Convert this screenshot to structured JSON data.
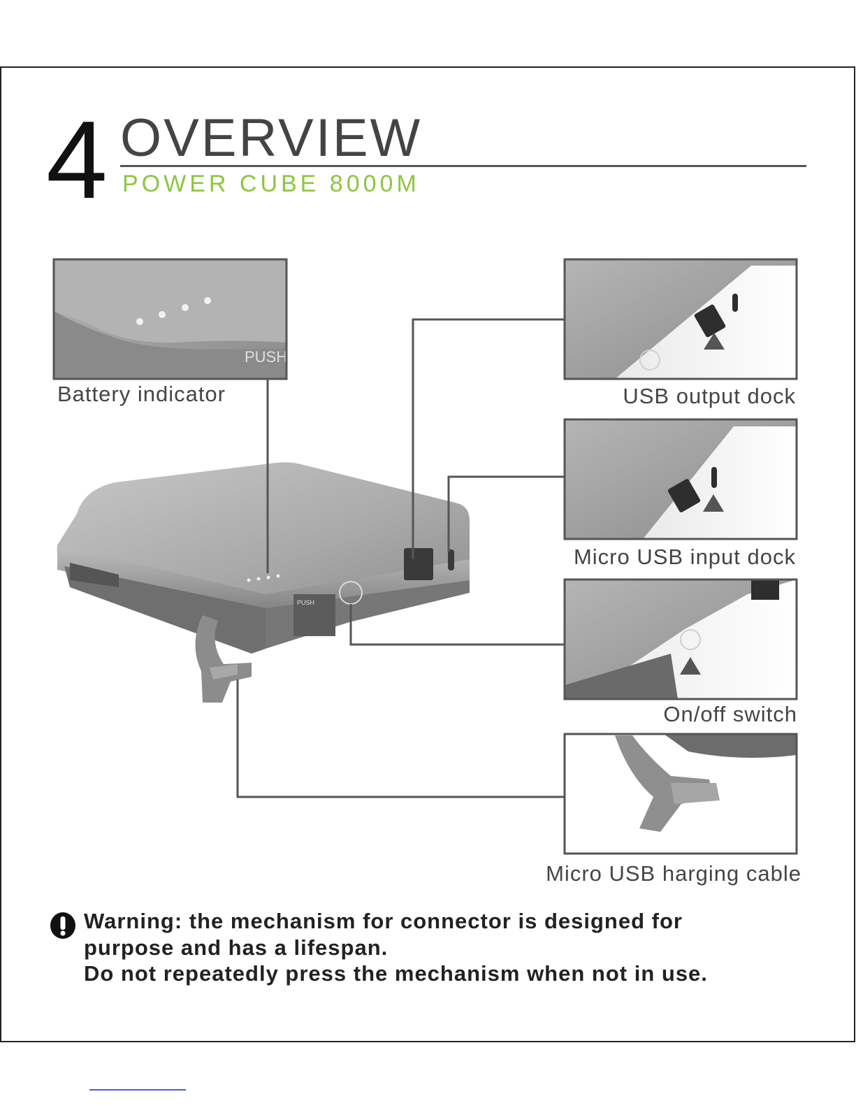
{
  "header": {
    "chapter_number": "4",
    "title": "OVERVIEW",
    "subtitle": "POWER CUBE 8000M"
  },
  "device_labels": {
    "push_text": "PUSH"
  },
  "callouts": [
    {
      "label": "Battery indicator"
    },
    {
      "label": "USB output dock"
    },
    {
      "label": "Micro USB input dock"
    },
    {
      "label": "On/off switch"
    },
    {
      "label": "Micro USB harging cable"
    }
  ],
  "warning": {
    "icon": "exclamation-icon",
    "lines": [
      "Warning: the mechanism for connector is designed for",
      "purpose and has a lifespan.",
      "Do not repeatedly press the mechanism when not in use."
    ]
  },
  "colors": {
    "accent_green": "#8dc63f",
    "device_gray": "#9a9a9a",
    "line_gray": "#555555"
  }
}
